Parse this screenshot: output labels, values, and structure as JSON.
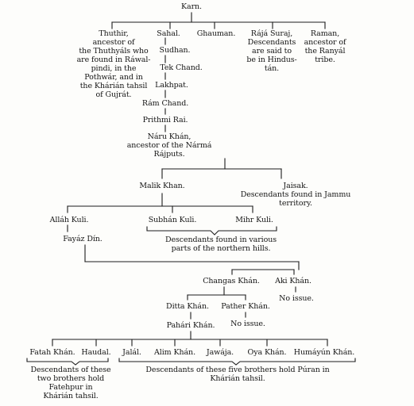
{
  "tree": {
    "root": "Karn.",
    "gen1": {
      "thuthir": [
        "Thuthir,",
        "ancestor of",
        "the Thuthyáls who",
        "are found in Ráwal-",
        "pindi, in the",
        "Pothwár, and in",
        "the Khárián tahsil",
        "of Gujrát."
      ],
      "sahal": "Sahal.",
      "ghauman": "Ghauman.",
      "raja_suraj": [
        "Rájá Suraj,",
        "Descendants",
        "are said to",
        "be in Hindus-",
        "tán."
      ],
      "raman": [
        "Raman,",
        "ancestor of",
        "the Ranyál",
        "tribe."
      ]
    },
    "sahal_line": {
      "sudhan": "Sudhan.",
      "tek_chand": "Tek Chand.",
      "lakhpat": "Lakhpat.",
      "ram_chand": "Rám Chand.",
      "prithmi_rai": "Prithmi Rai.",
      "naru_khan": [
        "Náru Khán,",
        "ancestor of the Nármá",
        "Rájputs."
      ]
    },
    "naru_sons": {
      "malik_khan": "Malik Khan.",
      "jaisak": [
        "Jaisak.",
        "Descendants found in Jammu",
        "territory."
      ]
    },
    "malik_sons": {
      "allah_kuli": "Alláh Kuli.",
      "subhan_kuli": "Subhán Kuli.",
      "mihr_kuli": "Mihr Kuli.",
      "hills_note": [
        "Descendants found in various",
        "parts of the northern hills."
      ]
    },
    "fayaz_din": "Fayáz Dín.",
    "fayaz_sons": {
      "changas_khan": "Changas Khán.",
      "aki_khan": "Aki Khán.",
      "aki_note": "No issue."
    },
    "changas_sons": {
      "ditta_khan": "Ditta Khán.",
      "pather_khan": "Pather Khán.",
      "pather_note": "No issue."
    },
    "pahari_khan": "Pahári Khán.",
    "pahari_sons": {
      "fatah_khan": "Fatah Khán.",
      "haudal": "Haudal.",
      "jalal": "Jalál.",
      "alim_khan": "Alim Khán.",
      "jawaja": "Jawája.",
      "oya_khan": "Oya Khán.",
      "humayun_khan": "Humáyún Khán.",
      "fatehpur_note": [
        "Descendants of these",
        "two brothers hold",
        "Fatehpur in",
        "Khárián tahsil."
      ],
      "puran_note": [
        "Descendants of these five brothers hold Púran in",
        "Khárián tahsil."
      ]
    }
  }
}
